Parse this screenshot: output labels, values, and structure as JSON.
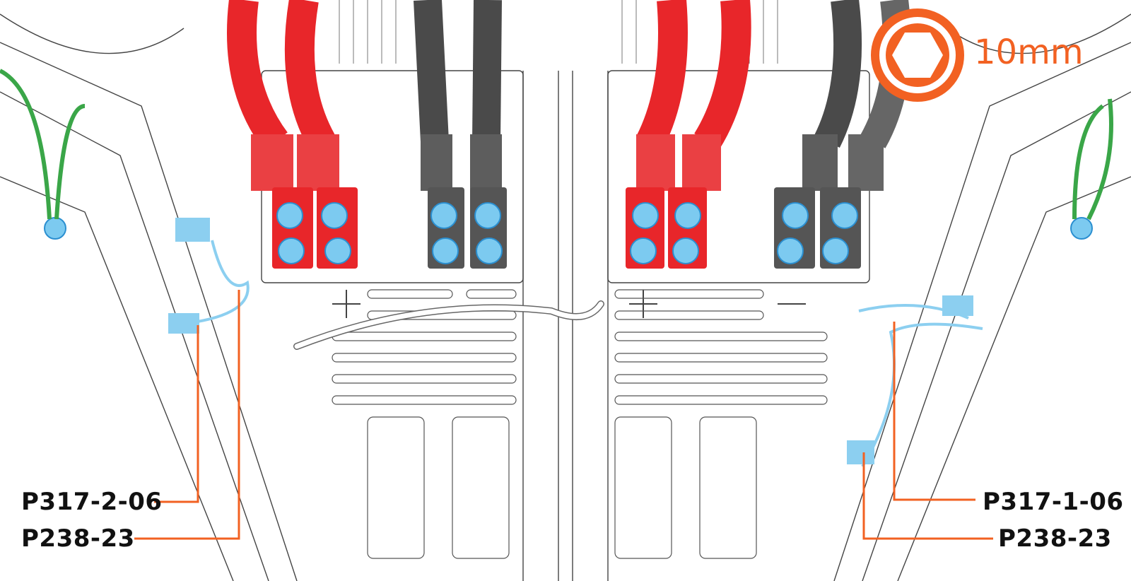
{
  "tool": {
    "size_label": "10mm",
    "icon": "hex-socket-icon"
  },
  "callouts": {
    "left_top": "P317-2-06",
    "left_bottom": "P238-23",
    "right_top": "P317-1-06",
    "right_bottom": "P238-23"
  },
  "colors": {
    "accent": "#f26122",
    "red_cable": "#e8262a",
    "black_cable": "#555555",
    "nut_blue": "#5bb8e8",
    "ground_green": "#3aa648",
    "connector_blue": "#8ccff0",
    "line": "#333333"
  }
}
